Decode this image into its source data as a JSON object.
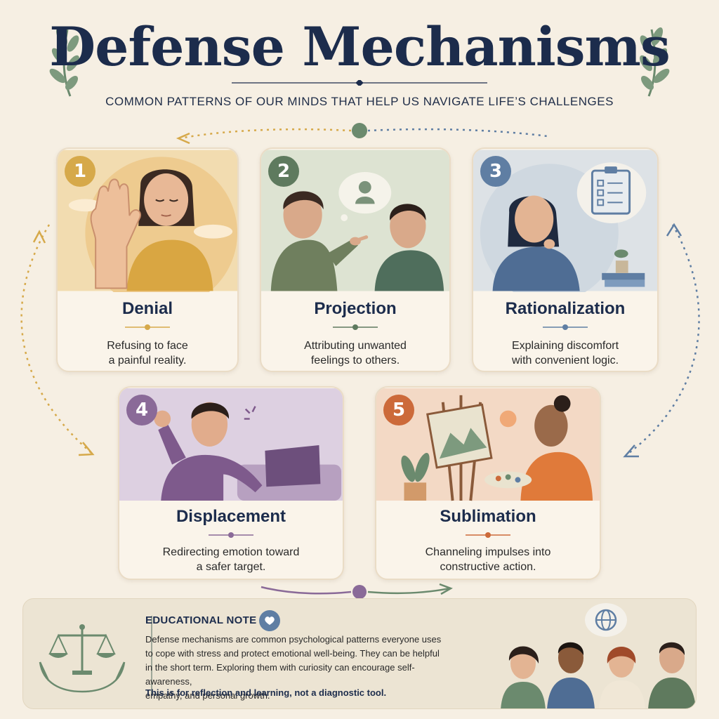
{
  "header": {
    "title": "Defense Mechanisms",
    "subtitle": "COMMON PATTERNS OF OUR MINDS THAT HELP US NAVIGATE LIFE’S CHALLENGES"
  },
  "colors": {
    "navy": "#1c2c4c",
    "denial": "#d6a94a",
    "projection": "#5e7a5e",
    "rationalization": "#5f7ea3",
    "displacement": "#8a6a98",
    "sublimation": "#cc6a3a"
  },
  "mechanisms": [
    {
      "number": "1",
      "name": "Denial",
      "desc_line1": "Refusing to face",
      "desc_line2": "a painful reality.",
      "icon": "raised-hand-icon"
    },
    {
      "number": "2",
      "name": "Projection",
      "desc_line1": "Attributing unwanted",
      "desc_line2": "feelings to others.",
      "icon": "pointing-finger-icon"
    },
    {
      "number": "3",
      "name": "Rationalization",
      "desc_line1": "Explaining discomfort",
      "desc_line2": "with convenient logic.",
      "icon": "clipboard-checklist-icon"
    },
    {
      "number": "4",
      "name": "Displacement",
      "desc_line1": "Redirecting emotion toward",
      "desc_line2": "a safer target.",
      "icon": "pillow-punch-icon"
    },
    {
      "number": "5",
      "name": "Sublimation",
      "desc_line1": "Channeling impulses into",
      "desc_line2": "constructive action.",
      "icon": "painting-easel-icon"
    }
  ],
  "note": {
    "title": "EDUCATIONAL NOTE",
    "line1": "Defense mechanisms are common psychological patterns everyone uses",
    "line2": "to cope with stress and protect emotional well-being. They can be helpful",
    "line3": "in the short term. Exploring them with curiosity can encourage self-awareness,",
    "line4": "empathy, and personal growth.",
    "disclaimer": "This is for reflection and learning, not a diagnostic tool."
  }
}
